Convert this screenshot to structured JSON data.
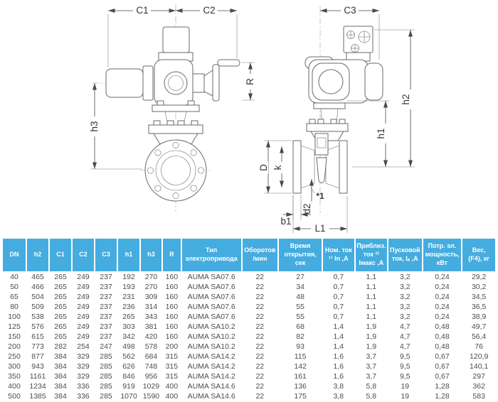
{
  "drawing": {
    "dims": {
      "c1": "C1",
      "c2": "C2",
      "c3": "C3",
      "r": "R",
      "h1": "h1",
      "h2": "h2",
      "h3": "h3",
      "D": "D",
      "k": "k",
      "d2": "d2",
      "b1": "b1",
      "l1": "L1",
      "note1": "*1"
    }
  },
  "colors": {
    "header_bg": "#45acdf",
    "header_text": "#ffffff",
    "cell_text": "#4d4d4d",
    "line": "#6a6a6a",
    "dim": "#4a4a4a"
  },
  "table": {
    "headers": [
      "DN",
      "h2",
      "C1",
      "C2",
      "C3",
      "h1",
      "h3",
      "R",
      "Тип\nэлектропривода",
      "Оборотов\n/мин",
      "Время\nоткрытия,\nсек",
      "Ном. ток\n¹⁾ In ,A",
      "Приблиз.\nток ²⁾\nIмакс ,A",
      "Пусковой\nток, Iₐ ,A",
      "Потр. эл.\nмощность,\nкВт",
      "Вес,\n(F4), кг"
    ],
    "rows": [
      [
        "40",
        "465",
        "265",
        "249",
        "237",
        "192",
        "270",
        "160",
        "AUMA SA07.6",
        "22",
        "27",
        "0,7",
        "1,1",
        "3,2",
        "0,24",
        "29,2"
      ],
      [
        "50",
        "466",
        "265",
        "249",
        "237",
        "193",
        "270",
        "160",
        "AUMA SA07.6",
        "22",
        "34",
        "0,7",
        "1,1",
        "3,2",
        "0,24",
        "30,2"
      ],
      [
        "65",
        "504",
        "265",
        "249",
        "237",
        "231",
        "309",
        "160",
        "AUMA SA07.6",
        "22",
        "48",
        "0,7",
        "1,1",
        "3,2",
        "0,24",
        "34,5"
      ],
      [
        "80",
        "509",
        "265",
        "249",
        "237",
        "236",
        "314",
        "160",
        "AUMA SA07.6",
        "22",
        "55",
        "0,7",
        "1,1",
        "3,2",
        "0,24",
        "36,5"
      ],
      [
        "100",
        "538",
        "265",
        "249",
        "237",
        "265",
        "343",
        "160",
        "AUMA SA07.6",
        "22",
        "55",
        "0,7",
        "1,1",
        "3,2",
        "0,24",
        "38,9"
      ],
      [
        "125",
        "576",
        "265",
        "249",
        "237",
        "303",
        "381",
        "160",
        "AUMA SA10.2",
        "22",
        "68",
        "1,4",
        "1,9",
        "4,7",
        "0,48",
        "49,7"
      ],
      [
        "150",
        "615",
        "265",
        "249",
        "237",
        "342",
        "420",
        "160",
        "AUMA SA10.2",
        "22",
        "82",
        "1,4",
        "1,9",
        "4,7",
        "0,48",
        "56,4"
      ],
      [
        "200",
        "773",
        "282",
        "254",
        "247",
        "498",
        "578",
        "200",
        "AUMA SA10.2",
        "22",
        "93",
        "1,4",
        "1,9",
        "4,7",
        "0,48",
        "76"
      ],
      [
        "250",
        "877",
        "384",
        "329",
        "285",
        "562",
        "684",
        "315",
        "AUMA SA14.2",
        "22",
        "115",
        "1,6",
        "3,7",
        "9,5",
        "0,67",
        "120,9"
      ],
      [
        "300",
        "943",
        "384",
        "329",
        "285",
        "626",
        "748",
        "315",
        "AUMA SA14.2",
        "22",
        "142",
        "1,6",
        "3,7",
        "9,5",
        "0,67",
        "140,1"
      ],
      [
        "350",
        "1161",
        "384",
        "329",
        "285",
        "846",
        "956",
        "315",
        "AUMA SA14.2",
        "22",
        "161",
        "1,6",
        "3,7",
        "9,5",
        "0,67",
        "297"
      ],
      [
        "400",
        "1234",
        "384",
        "336",
        "285",
        "919",
        "1029",
        "400",
        "AUMA SA14.6",
        "22",
        "136",
        "3,8",
        "5,8",
        "19",
        "1,28",
        "362"
      ],
      [
        "500",
        "1385",
        "384",
        "336",
        "285",
        "1070",
        "1590",
        "400",
        "AUMA SA14.6",
        "22",
        "175",
        "3,8",
        "5,8",
        "19",
        "1,28",
        "583"
      ]
    ]
  }
}
